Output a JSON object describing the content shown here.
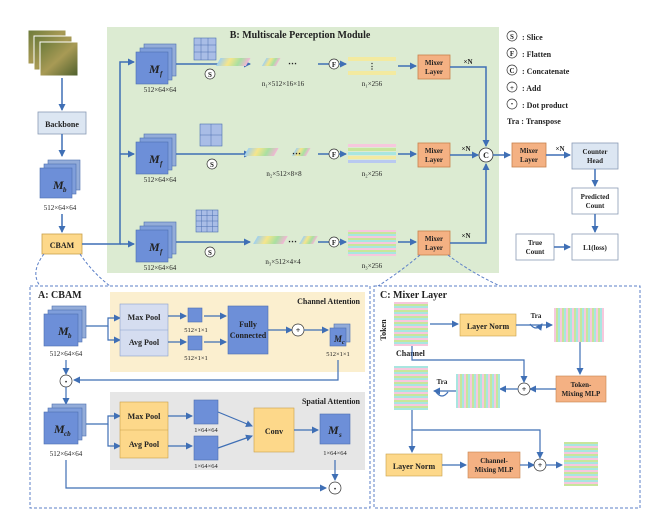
{
  "panel_b": {
    "title": "B: Multiscale Perception Module"
  },
  "panel_a": {
    "title": "A: CBAM",
    "channel_attention": "Channel Attention",
    "spatial_attention": "Spatial Attention"
  },
  "panel_c": {
    "title": "C: Mixer Layer"
  },
  "legend": {
    "slice": {
      "symbol": "S",
      "label": ": Slice"
    },
    "flatten": {
      "symbol": "F",
      "label": ": Flatten"
    },
    "concatenate": {
      "symbol": "C",
      "label": ": Concatenate"
    },
    "add": {
      "symbol": "+",
      "label": ": Add"
    },
    "dot": {
      "symbol": "·",
      "label": ": Dot product"
    },
    "transpose": "Tra : Transpose"
  },
  "main": {
    "backbone": "Backbone",
    "mb": "M",
    "mb_sub": "b",
    "mb_dim": "512×64×64",
    "cbam": "CBAM",
    "mf": "M",
    "mf_sub": "f",
    "mf_dim": "512×64×64",
    "s": "S",
    "f": "F",
    "c": "C",
    "dots": "⋯",
    "vdots": "⋮",
    "row1_slice": "n₁×512×16×16",
    "row1_flat": "n₁×256",
    "row2_slice": "n₂×512×8×8",
    "row2_flat": "n₂×256",
    "row3_slice": "n₃×512×4×4",
    "row3_flat": "n₃×256",
    "mixer1": "Mixer Layer",
    "mixer": "Mixer",
    "layer": "Layer",
    "xn": "×N",
    "counter1": "Counter",
    "counter2": "Head",
    "predicted1": "Predicted",
    "predicted2": "Count",
    "true1": "True",
    "true2": "Count",
    "loss": "L1(loss)"
  },
  "cbam_detail": {
    "mb": "M",
    "mb_sub": "b",
    "mb_dim": "512×64×64",
    "max_pool": "Max Pool",
    "avg_pool": "Avg Pool",
    "c_dim1": "512×1×1",
    "c_dim2": "512×1×1",
    "fc1": "Fully",
    "fc2": "Connected",
    "plus": "+",
    "mc": "M",
    "mc_sub": "c",
    "mc_dim": "512×1×1",
    "dot": "·",
    "mcb": "M",
    "mcb_sub": "cb",
    "mcb_dim": "512×64×64",
    "s_dim1": "1×64×64",
    "s_dim2": "1×64×64",
    "conv": "Conv",
    "ms": "M",
    "ms_sub": "s",
    "ms_dim": "1×64×64"
  },
  "mixer_detail": {
    "token": "Token",
    "channel": "Channel",
    "layer_norm": "Layer Norm",
    "tra": "Tra",
    "token_mixing1": "Token-",
    "token_mixing2": "Mixing MLP",
    "channel_mixing1": "Channel-",
    "channel_mixing2": "Mixing MLP",
    "plus": "+"
  },
  "colors": {
    "green_panel": "#dcebd2",
    "yellow_panel": "#fbefcf",
    "gray_panel": "#e6e6e6",
    "cube_blue": "#6d8fd8",
    "cbam_yellow": "#fdd88a",
    "mixer_orange": "#f4b183",
    "counter_blue": "#dce6f2",
    "arrow": "#3f6fb5"
  }
}
